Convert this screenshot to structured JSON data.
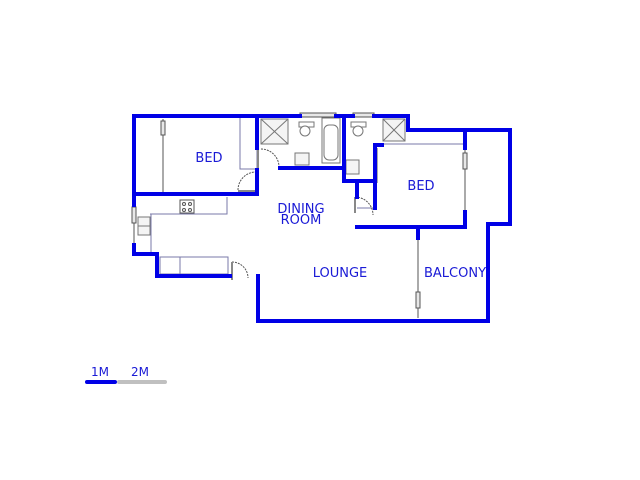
{
  "floorplan": {
    "wall_color": "#0000e6",
    "fixture_color": "#7a7aa8",
    "label_color": "#1a1ad6",
    "rooms": [
      {
        "id": "bed1",
        "label": "BED"
      },
      {
        "id": "bed2",
        "label": "BED"
      },
      {
        "id": "dining",
        "label_line1": "DINING",
        "label_line2": "ROOM"
      },
      {
        "id": "lounge",
        "label": "LOUNGE"
      },
      {
        "id": "balcony",
        "label": "BALCONY"
      }
    ],
    "fixtures": [
      "shower",
      "toilet",
      "bathtub",
      "basin",
      "stove",
      "double-sink",
      "kitchen-counter",
      "doors",
      "windows"
    ]
  },
  "scale_bar": {
    "label_1": "1M",
    "label_2": "2M",
    "color_primary": "#0000e6",
    "color_secondary": "#c0c0c0"
  }
}
